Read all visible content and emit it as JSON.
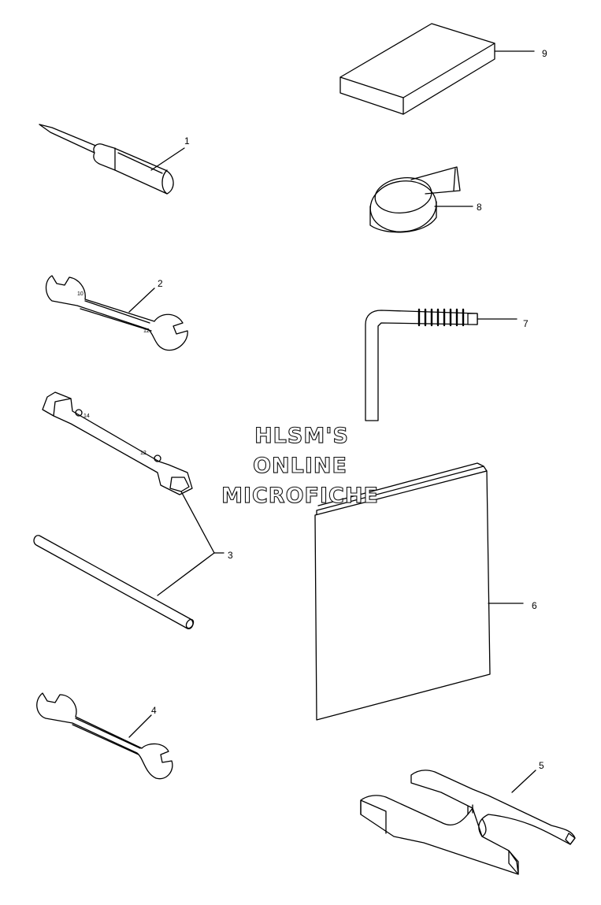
{
  "callouts": [
    "1",
    "2",
    "3",
    "4",
    "5",
    "6",
    "7",
    "8",
    "9"
  ],
  "watermark": {
    "line1": "HLSM'S",
    "line2": "ONLINE",
    "line3": "MICROFICHE"
  },
  "colors": {
    "line": "#000000",
    "background": "#ffffff"
  }
}
